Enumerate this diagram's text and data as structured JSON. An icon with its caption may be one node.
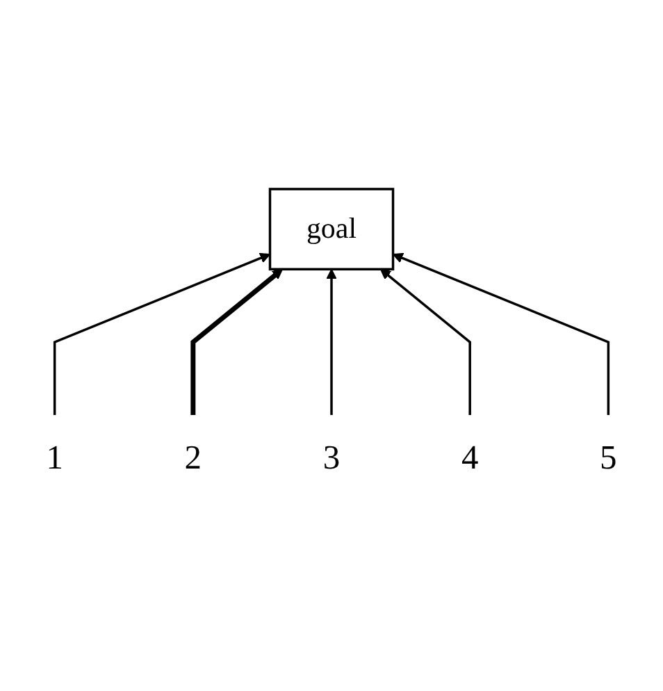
{
  "diagram": {
    "nodes": [
      {
        "text": [
          "goal"
        ]
      },
      {
        "text": [
          "1"
        ]
      },
      {
        "text": [
          "2"
        ]
      },
      {
        "text": [
          "3"
        ]
      },
      {
        "text": [
          "4"
        ]
      },
      {
        "text": [
          "5"
        ]
      }
    ],
    "edges": [
      {
        "from": 1,
        "to": 0,
        "arrow": "to"
      },
      {
        "from": 2,
        "to": 0,
        "arrow": "to",
        "style": "thick"
      },
      {
        "from": 3,
        "to": 0,
        "arrow": "to"
      },
      {
        "from": 4,
        "to": 0,
        "arrow": "to"
      },
      {
        "from": 5,
        "to": 0,
        "arrow": "to"
      }
    ]
  }
}
